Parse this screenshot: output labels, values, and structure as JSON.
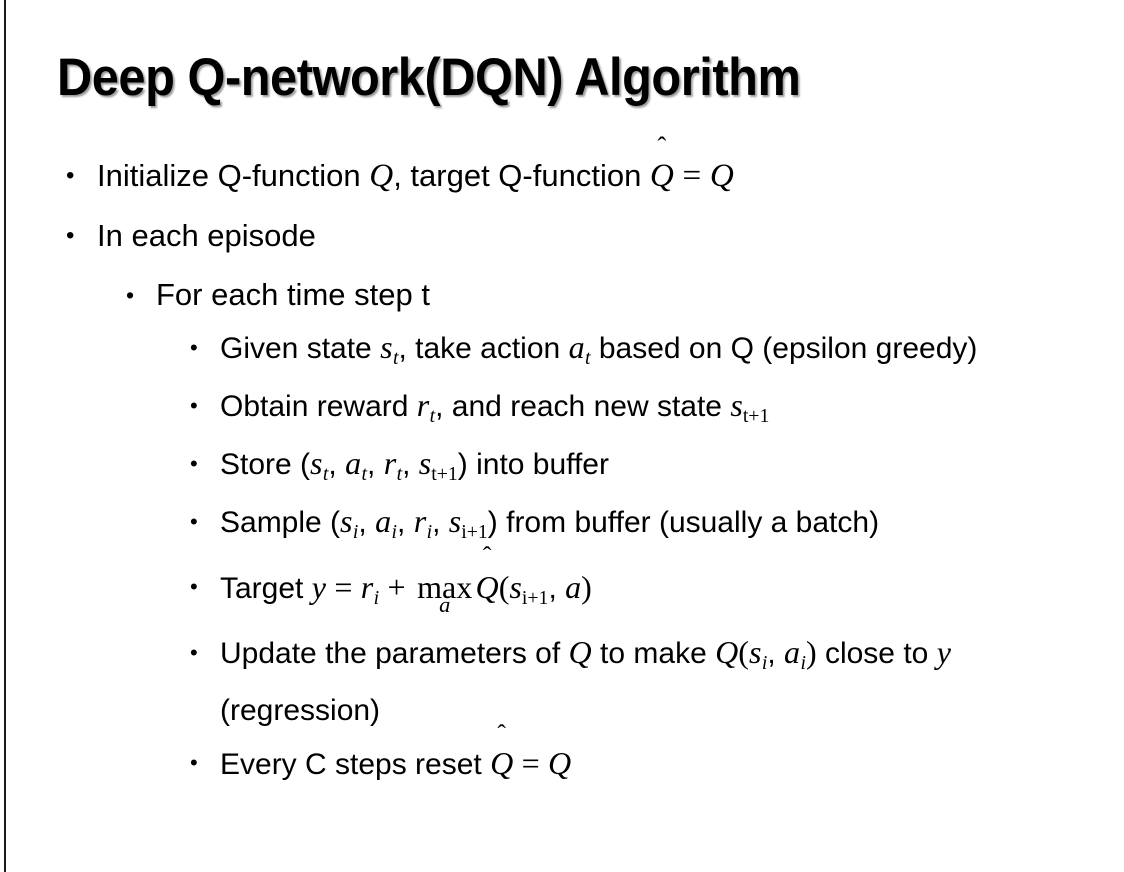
{
  "slide": {
    "title": "Deep Q-network(DQN) Algorithm",
    "background_color": "#ffffff",
    "text_color": "#000000",
    "left_rule_color": "#1a1a1a",
    "bullet_glyph": "•"
  },
  "content": {
    "b1": {
      "level": 1,
      "prefix": "Initialize Q-function ",
      "var_q": "Q",
      "mid": ", target Q-function ",
      "q_hat": "Q",
      "hat_mark": "̂",
      "equals": "=",
      "var_q2": "Q"
    },
    "b2": {
      "level": 1,
      "text": "In each episode"
    },
    "b3": {
      "level": 2,
      "text": "For each time step t"
    },
    "b4": {
      "level": 3,
      "p1": "Given state ",
      "s": "s",
      "s_sub": "t",
      "p2": ", take action ",
      "a": "a",
      "a_sub": "t",
      "p3": " based on Q (epsilon greedy)"
    },
    "b5": {
      "level": 3,
      "p1": "Obtain reward ",
      "r": "r",
      "r_sub": "t",
      "p2": ", and reach new state ",
      "s": "s",
      "s_sub": "t+1"
    },
    "b6": {
      "level": 3,
      "p1": "Store (",
      "s": "s",
      "s_sub": "t",
      "c1": ", ",
      "a": "a",
      "a_sub": "t",
      "c2": ", ",
      "r": "r",
      "r_sub": "t",
      "c3": ", ",
      "s2": "s",
      "s2_sub": "t+1",
      "p2": ") into buffer"
    },
    "b7": {
      "level": 3,
      "p1": "Sample (",
      "s": "s",
      "s_sub": "i",
      "c1": ", ",
      "a": "a",
      "a_sub": "i",
      "c2": ", ",
      "r": "r",
      "r_sub": "i",
      "c3": ", ",
      "s2": "s",
      "s2_sub": "i+1",
      "p2": ") from buffer (usually a batch)"
    },
    "b8": {
      "level": 3,
      "p1": "Target ",
      "y": "y",
      "eq": "=",
      "r": "r",
      "r_sub": "i",
      "plus": "+",
      "max": "max",
      "max_lim": "a",
      "q_hat": "Q",
      "hat_mark": "̂",
      "paren_open": "(",
      "s": "s",
      "s_sub": "i+1",
      "comma": ", ",
      "a": "a",
      "paren_close": ")"
    },
    "b9": {
      "level": 3,
      "p1": "Update the parameters of ",
      "q1": "Q",
      "p2": " to make ",
      "q2": "Q",
      "paren_open": "(",
      "s": "s",
      "s_sub": "i",
      "comma": ", ",
      "a": "a",
      "a_sub": "i",
      "paren_close": ")",
      "p3": " close to ",
      "y": "y",
      "p4": " (regression)"
    },
    "b10": {
      "level": 3,
      "p1": "Every C steps reset ",
      "q_hat": "Q",
      "hat_mark": "̂",
      "eq": "=",
      "q2": "Q"
    }
  }
}
